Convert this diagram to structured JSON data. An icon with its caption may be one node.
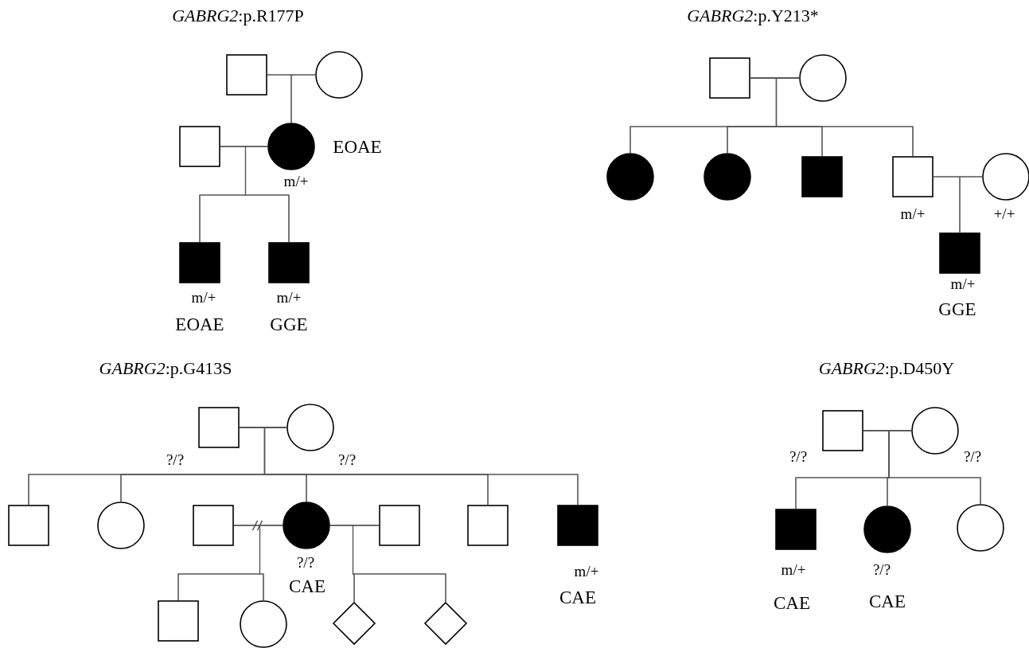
{
  "diagram": {
    "nodes": [
      {
        "text": [],
        "shape": "box"
      },
      {
        "text": [],
        "shape": "circle"
      },
      {
        "text": [],
        "shape": "box"
      },
      {
        "text": [],
        "shape": "circle",
        "beside": [
          "EOAE",
          "m/+"
        ]
      },
      {
        "text": [],
        "shape": "box",
        "beside": [
          "m/+",
          "EOAE"
        ]
      },
      {
        "text": [],
        "shape": "box",
        "beside": [
          "m/+",
          "GGE"
        ]
      },
      {
        "text": [],
        "shape": "box"
      },
      {
        "text": [],
        "shape": "circle"
      },
      {
        "text": [],
        "shape": "circle"
      },
      {
        "text": [],
        "shape": "circle"
      },
      {
        "text": [],
        "shape": "box"
      },
      {
        "text": [],
        "shape": "box",
        "beside": [
          "m/+"
        ]
      },
      {
        "text": [],
        "shape": "circle",
        "beside": [
          "+/+"
        ]
      },
      {
        "text": [],
        "shape": "box",
        "beside": [
          "m/+",
          "GGE"
        ]
      },
      {
        "text": [],
        "shape": "box",
        "beside": [
          "?/?"
        ]
      },
      {
        "text": [],
        "shape": "circle",
        "beside": [
          "?/?"
        ]
      },
      {
        "text": [],
        "shape": "box"
      },
      {
        "text": [],
        "shape": "circle"
      },
      {
        "text": [],
        "shape": "box"
      },
      {
        "text": [],
        "shape": "circle",
        "beside": [
          "?/?",
          "CAE"
        ]
      },
      {
        "text": [],
        "shape": "box"
      },
      {
        "text": [],
        "shape": "box"
      },
      {
        "text": [],
        "shape": "box",
        "beside": [
          "m/+",
          "CAE"
        ]
      },
      {
        "text": [],
        "shape": "box"
      },
      {
        "text": [],
        "shape": "circle"
      },
      {
        "text": [],
        "shape": "diamond"
      },
      {
        "text": [],
        "shape": "diamond"
      },
      {
        "text": [],
        "shape": "box",
        "beside": [
          "?/?"
        ]
      },
      {
        "text": [],
        "shape": "circle",
        "beside": [
          "?/?"
        ]
      },
      {
        "text": [],
        "shape": "box",
        "beside": [
          "m/+",
          "CAE"
        ]
      },
      {
        "text": [],
        "shape": "circle",
        "beside": [
          "?/?",
          "CAE"
        ]
      },
      {
        "text": [],
        "shape": "circle"
      }
    ],
    "edges": [
      {
        "from": 0,
        "to": 1,
        "arrow": "none"
      },
      {
        "from": 0,
        "to": 3,
        "arrow": "none"
      },
      {
        "from": 1,
        "to": 3,
        "arrow": "none"
      },
      {
        "from": 2,
        "to": 3,
        "arrow": "none"
      },
      {
        "from": 2,
        "to": 4,
        "arrow": "none"
      },
      {
        "from": 3,
        "to": 4,
        "arrow": "none"
      },
      {
        "from": 2,
        "to": 5,
        "arrow": "none"
      },
      {
        "from": 3,
        "to": 5,
        "arrow": "none"
      },
      {
        "from": 6,
        "to": 7,
        "arrow": "none"
      },
      {
        "from": 6,
        "to": 8,
        "arrow": "none"
      },
      {
        "from": 7,
        "to": 8,
        "arrow": "none"
      },
      {
        "from": 6,
        "to": 9,
        "arrow": "none"
      },
      {
        "from": 7,
        "to": 9,
        "arrow": "none"
      },
      {
        "from": 6,
        "to": 10,
        "arrow": "none"
      },
      {
        "from": 7,
        "to": 10,
        "arrow": "none"
      },
      {
        "from": 6,
        "to": 11,
        "arrow": "none"
      },
      {
        "from": 7,
        "to": 11,
        "arrow": "none"
      },
      {
        "from": 11,
        "to": 12,
        "arrow": "none"
      },
      {
        "from": 11,
        "to": 13,
        "arrow": "none"
      },
      {
        "from": 12,
        "to": 13,
        "arrow": "none"
      },
      {
        "from": 14,
        "to": 15,
        "arrow": "none"
      },
      {
        "from": 14,
        "to": 16,
        "arrow": "none"
      },
      {
        "from": 15,
        "to": 16,
        "arrow": "none"
      },
      {
        "from": 14,
        "to": 17,
        "arrow": "none"
      },
      {
        "from": 15,
        "to": 17,
        "arrow": "none"
      },
      {
        "from": 14,
        "to": 19,
        "arrow": "none"
      },
      {
        "from": 15,
        "to": 19,
        "arrow": "none"
      },
      {
        "from": 14,
        "to": 21,
        "arrow": "none"
      },
      {
        "from": 15,
        "to": 21,
        "arrow": "none"
      },
      {
        "from": 14,
        "to": 22,
        "arrow": "none"
      },
      {
        "from": 15,
        "to": 22,
        "arrow": "none"
      },
      {
        "from": 18,
        "to": 19,
        "arrow": "none"
      },
      {
        "from": 18,
        "to": 23,
        "arrow": "none"
      },
      {
        "from": 19,
        "to": 23,
        "arrow": "none"
      },
      {
        "from": 18,
        "to": 24,
        "arrow": "none"
      },
      {
        "from": 19,
        "to": 24,
        "arrow": "none"
      },
      {
        "from": 19,
        "to": 20,
        "arrow": "none"
      },
      {
        "from": 19,
        "to": 25,
        "arrow": "none"
      },
      {
        "from": 20,
        "to": 25,
        "arrow": "none"
      },
      {
        "from": 19,
        "to": 26,
        "arrow": "none"
      },
      {
        "from": 20,
        "to": 26,
        "arrow": "none"
      },
      {
        "from": 27,
        "to": 28,
        "arrow": "none"
      },
      {
        "from": 27,
        "to": 29,
        "arrow": "none"
      },
      {
        "from": 28,
        "to": 29,
        "arrow": "none"
      },
      {
        "from": 27,
        "to": 30,
        "arrow": "none"
      },
      {
        "from": 28,
        "to": 30,
        "arrow": "none"
      },
      {
        "from": 27,
        "to": 31,
        "arrow": "none"
      },
      {
        "from": 28,
        "to": 31,
        "arrow": "none"
      }
    ],
    "labels": [
      "*GABRG2*:p.R177P",
      "*GABRG2*:p.Y213*",
      "*GABRG2*:p.G413S",
      "*GABRG2*:p.D450Y"
    ]
  }
}
